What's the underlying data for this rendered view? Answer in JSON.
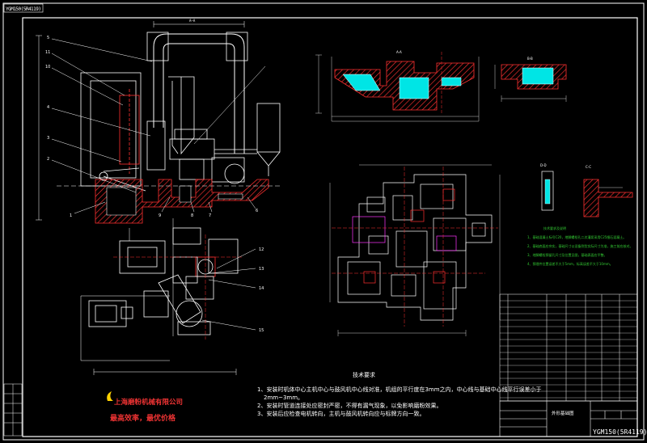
{
  "corner_label": "YGM150(5R4119)",
  "top_tab_label": "YGM150(5R4119)",
  "title_block_name": "外形基础图",
  "notes_title": "技术要求",
  "notes": [
    "1、安装时机体中心主机中心与鼓风机中心线对准，机组的平行度在3mm之内，中心线与基础中心线平行误差小于",
    "2mm~3mm。",
    "2、安装时管道连接处应密封严密，不得有漏气现象，以免影响磨粉效果。",
    "3、安装后应检查电机转向，主机与鼓风机转向应与标牌方向一致。"
  ],
  "callouts_left": [
    "5",
    "11",
    "10",
    "4",
    "3",
    "2",
    "1"
  ],
  "callouts_bottom": [
    "9",
    "8",
    "7",
    "6"
  ],
  "callouts_plan": [
    "12",
    "13",
    "14",
    "15"
  ],
  "section_labels": [
    "A-A",
    "B-B",
    "C-C",
    "D-D"
  ],
  "company_name": "上海磨粉机械有限公司",
  "company_slogan": "最高效率，最优价格",
  "green_notes": [
    "技术要求及说明",
    "1、基础混凝土标号C20，地脚螺栓孔二次灌浆采用C25细石混凝土。",
    "2、基础底面应夯实，基础尺寸以设备到货实际尺寸为准，施工前应核对。",
    "3、地脚螺栓预留孔尺寸及位置见图，基础表面应平整。",
    "4、预埋件位置误差不大于5mm，标高误差不大于10mm。"
  ],
  "colors": {
    "background": "#000000",
    "line": "#ffffff",
    "accent_cyan": "#00e5e5",
    "accent_green": "#33cc33",
    "accent_magenta": "#ff33ff",
    "accent_red": "#ff2020",
    "accent_yellow": "#ffd200"
  }
}
